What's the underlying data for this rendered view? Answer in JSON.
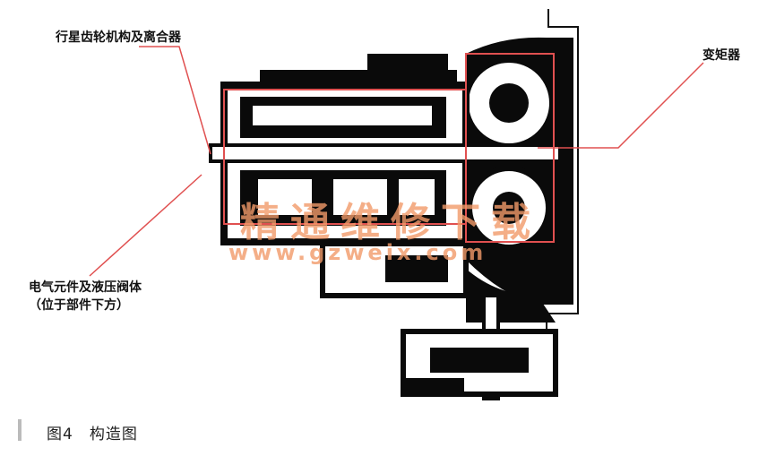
{
  "labels": {
    "planetary": "行星齿轮机构及离合器",
    "torque_converter": "变矩器",
    "electrical_line1": "电气元件及液压阀体",
    "electrical_line2": "（位于部件下方）"
  },
  "caption": "图4　构造图",
  "watermark": {
    "line1": "精通维修下载",
    "line2": "www.gzweix.com"
  },
  "colors": {
    "leader": "#e05050",
    "box": "#e05050",
    "drawing": "#0a0a0a",
    "watermark": "#f29a6a"
  }
}
